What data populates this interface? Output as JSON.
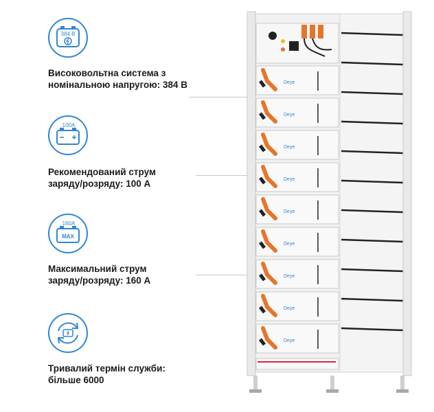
{
  "features": [
    {
      "text": "Високовольтна система з\nномінальною напругою: 384 В",
      "badge": "384 В",
      "icon": "battery-voltage-icon"
    },
    {
      "text": "Рекомендований струм\nзаряду/розряду: 100 А",
      "badge": "100A",
      "icon": "battery-current-icon"
    },
    {
      "text": "Максимальний струм\nзаряду/розряду: 160 А",
      "badge": "160A",
      "badge2": "MAX",
      "icon": "battery-max-current-icon"
    },
    {
      "text": "Тривалий термін служби:\nбільше 6000",
      "icon": "battery-cycle-icon"
    }
  ],
  "rack": {
    "brand": "Deye",
    "module_count": 9
  },
  "colors": {
    "accent": "#2f86d6",
    "cable": "#e8742a",
    "frame": "#e9e9ea"
  }
}
